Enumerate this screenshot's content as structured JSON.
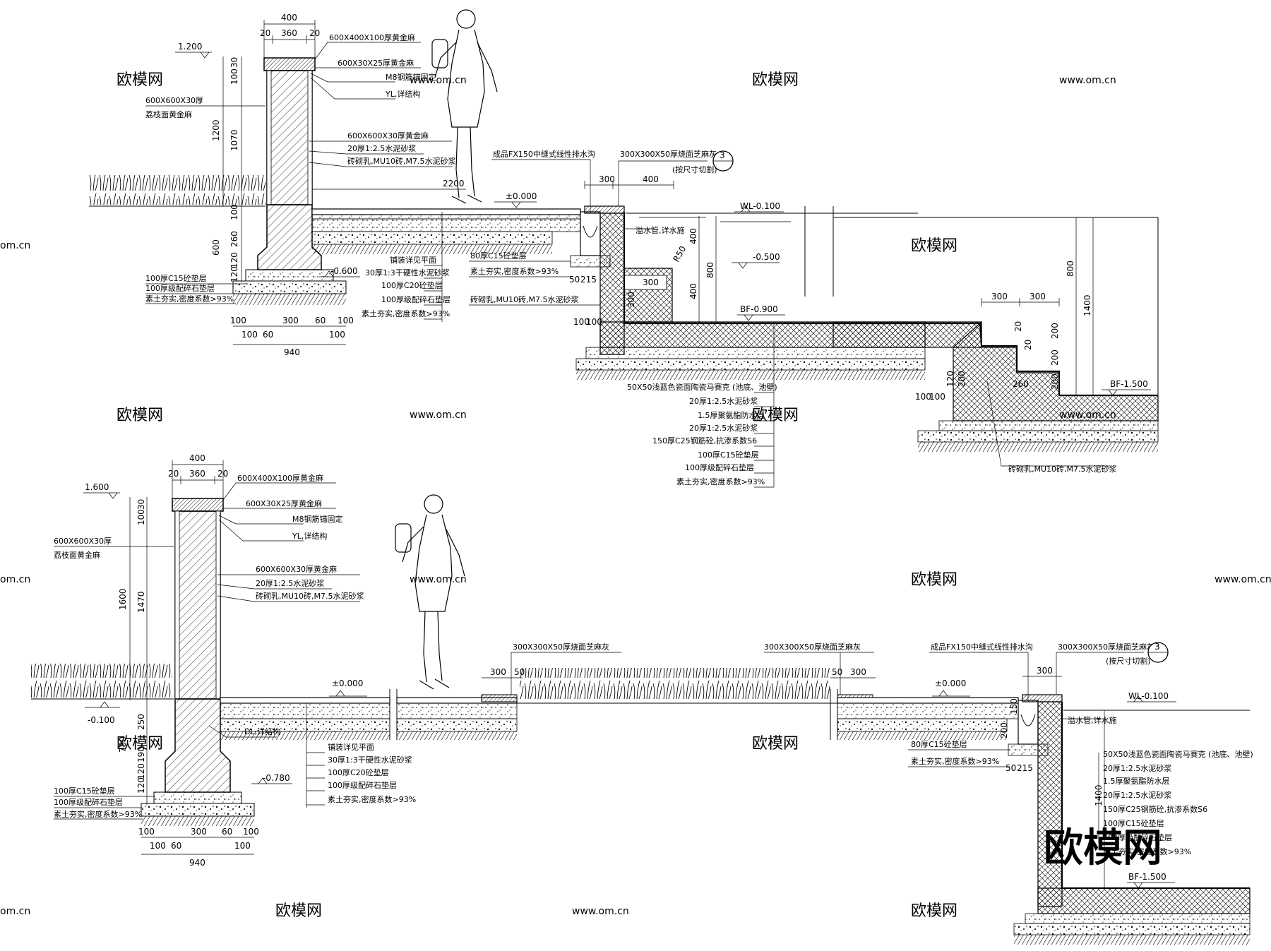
{
  "watermark": {
    "text": "欧模网",
    "url": "www.om.cn",
    "url_short": "om.cn"
  },
  "top_section": {
    "wall_dims": {
      "overall": "400",
      "left": "20",
      "middle": "360",
      "right": "20"
    },
    "elevation_top": "1.200",
    "elevation_zero": "±0.000",
    "elevation_bottom": "-0.600",
    "vertical_dims": [
      "30",
      "100",
      "1200",
      "1070",
      "100",
      "260",
      "600",
      "120",
      "120"
    ],
    "bottom_dims": [
      "100",
      "100",
      "60",
      "300",
      "60",
      "100",
      "100"
    ],
    "bottom_total": "940",
    "width_dim": "2200",
    "wall_labels": [
      "600X400X100厚黄金麻",
      "600X30X25厚黄金麻",
      "M8钢筋锚固定",
      "YL,详结构",
      "600X600X30厚黄金麻",
      "20厚1:2.5水泥砂浆",
      "砖砌乳,MU10砖,M7.5水泥砂浆"
    ],
    "left_label": [
      "600X600X30厚",
      "荔枝面黄金麻"
    ],
    "base_labels": [
      "100厚C15砼垫层",
      "100厚级配碎石垫层",
      "素土夯实,密度系数>93%"
    ],
    "paving_labels": [
      "铺装详见平面",
      "30厚1:3干硬性水泥砂浆",
      "100厚C20砼垫层",
      "100厚级配碎石垫层",
      "素土夯实,密度系数>93%"
    ],
    "drain_label": "成品FX150中缝式线性排水沟",
    "drain_sub": [
      "80厚C15砼垫层",
      "素土夯实,密度系数>93%",
      "砖砌乳,MU10砖,M7.5水泥砂浆"
    ],
    "drain_dims": [
      "50",
      "215"
    ],
    "pool_edge_label": "300X300X50厚烧面芝麻灰",
    "pool_edge_note": "(按尺寸切割)",
    "callout": "3",
    "edge_dims": [
      "300",
      "400"
    ],
    "water_level": "WL-0.100",
    "overflow_label": [
      "溢水管,详水施"
    ],
    "pool_elev_mid": "-0.500",
    "pool_elev_bottom": "BF-0.900",
    "pool_vdims": [
      "400",
      "800",
      "400"
    ],
    "bench_dims": [
      "R50",
      "300",
      "300"
    ],
    "pool_base_dims": [
      "100",
      "100"
    ],
    "pool_layers": [
      "50X50浅蓝色瓷面陶瓷马赛克 (池底、池壁)",
      "20厚1:2.5水泥砂浆",
      "1.5厚聚氨酯防水层",
      "20厚1:2.5水泥砂浆",
      "150厚C25钢筋砼,抗渗系数S6",
      "100厚C15砼垫层",
      "100厚级配碎石垫层",
      "素土夯实,密度系数>93%"
    ],
    "step_dims": [
      "300",
      "300",
      "200",
      "200",
      "200",
      "20",
      "20",
      "260"
    ],
    "step_base_dims": [
      "100",
      "100",
      "120",
      "200"
    ],
    "deep_vdims": [
      "800",
      "1400"
    ],
    "deep_elev": "BF-1.500",
    "step_brick": "砖砌乳,MU10砖,M7.5水泥砂浆"
  },
  "bottom_section": {
    "wall_dims": {
      "overall": "400",
      "left": "20",
      "middle": "360",
      "right": "20"
    },
    "elevation_top": "1.600",
    "elevation_ground": "-0.100",
    "elevation_bottom": "-0.780",
    "vertical_dims": [
      "30",
      "100",
      "1600",
      "1470",
      "250",
      "780",
      "190",
      "120",
      "120"
    ],
    "bottom_dims": [
      "100",
      "100",
      "60",
      "300",
      "60",
      "100",
      "100"
    ],
    "bottom_total": "940",
    "dl_label": "DL,详结构",
    "zero_left": "±0.000",
    "zero_right": "±0.000",
    "planter_left_label": "300X300X50厚烧面芝麻灰",
    "planter_right_label": "300X300X50厚烧面芝麻灰",
    "planter_left_dims": [
      "300",
      "50"
    ],
    "planter_right_dims": [
      "50",
      "300"
    ],
    "drain_label": "成品FX150中缝式线性排水沟",
    "drain_sub": [
      "80厚C15砼垫层",
      "素土夯实,密度系数>93%"
    ],
    "drain_dims": [
      "50",
      "215"
    ],
    "drain_vdims": [
      "200",
      "150"
    ],
    "pool_edge_label": "300X300X50厚烧面芝麻灰",
    "pool_edge_note": "(按尺寸切割)",
    "callout": "3",
    "edge_dim": "300",
    "water_level": "WL-0.100",
    "overflow_label": "溢水管,详水施",
    "pool_vdim": "1400",
    "pool_elev_bottom": "BF-1.500",
    "pool_layers": [
      "50X50浅蓝色瓷面陶瓷马赛克 (池底、池壁)",
      "20厚1:2.5水泥砂浆",
      "1.5厚聚氨酯防水层",
      "20厚1:2.5水泥砂浆",
      "150厚C25钢筋砼,抗渗系数S6",
      "100厚C15砼垫层",
      "100厚级配碎石垫层",
      "素土夯实,密度系数>93%"
    ]
  }
}
